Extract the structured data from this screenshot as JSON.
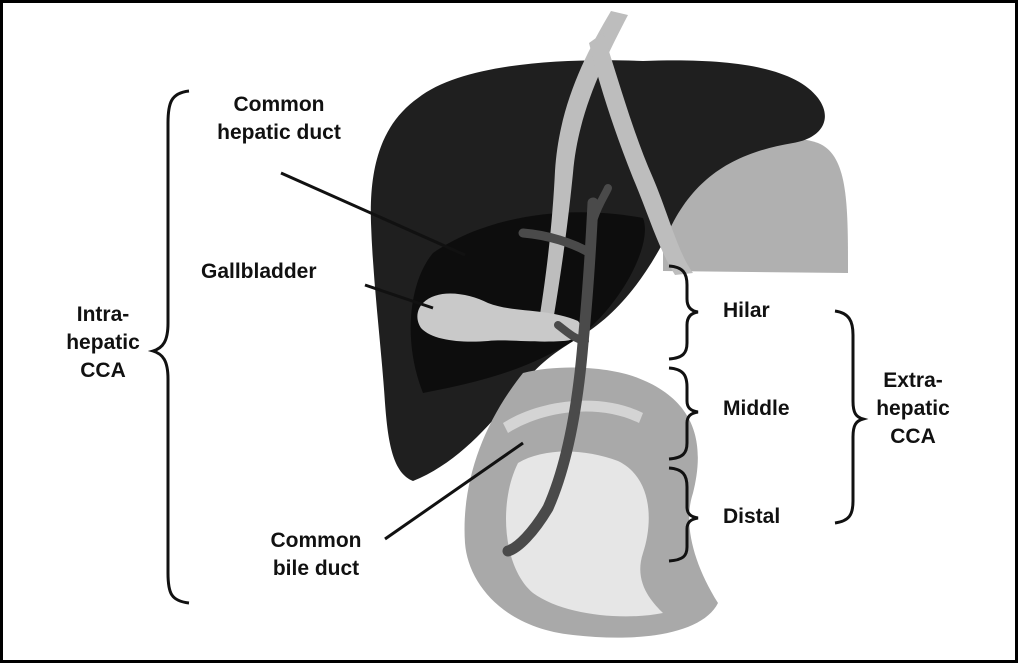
{
  "labels": {
    "common_hepatic_duct": [
      "Common",
      "hepatic duct"
    ],
    "gallbladder": "Gallbladder",
    "intrahepatic": [
      "Intra-",
      "hepatic",
      "CCA"
    ],
    "hilar": "Hilar",
    "middle": "Middle",
    "distal": "Distal",
    "extrahepatic": [
      "Extra-",
      "hepatic",
      "CCA"
    ],
    "common_bile_duct": [
      "Common",
      "bile duct"
    ]
  },
  "colors": {
    "liver": "#1f1f1f",
    "liver_shadow": "#0d0d0d",
    "duct": "#4a4a4a",
    "gallbladder": "#c9c9c9",
    "duodenum": "#a9a9a9",
    "duodenum_inner": "#e6e6e6",
    "vessel": "#bdbdbd",
    "line": "#111111"
  }
}
